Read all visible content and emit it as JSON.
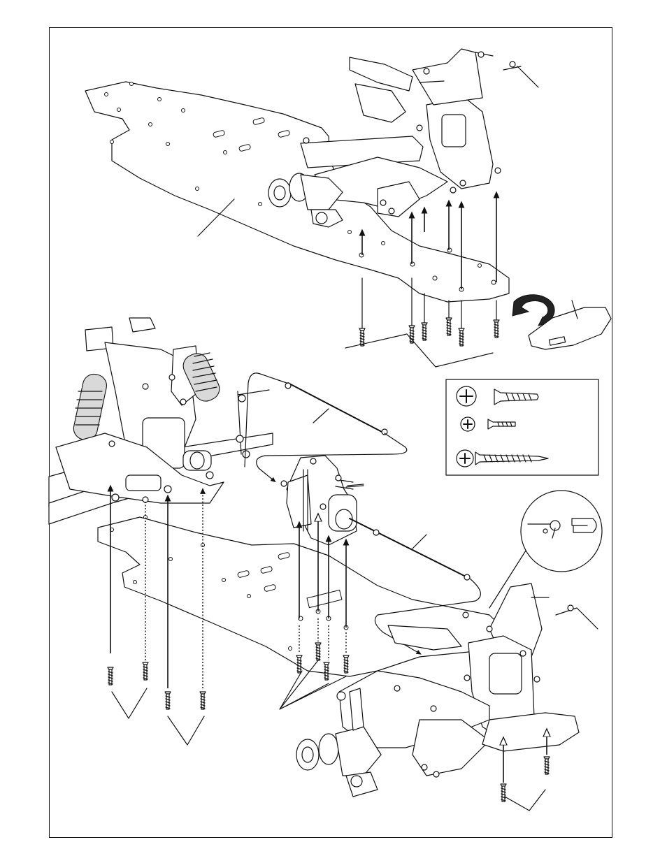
{
  "page": {
    "title": "",
    "text_labels": []
  },
  "icons": {
    "rotate_direction": "curved-arrow-icon",
    "screw_head": "phillips-screw-head-icon"
  },
  "screw_legend": {
    "items": [
      {
        "name": "tapping-countersunk-screw"
      },
      {
        "name": "countersunk-machine-screw"
      },
      {
        "name": "long-tapping-screw"
      }
    ]
  },
  "colors": {
    "line": "#111111",
    "background": "#ffffff"
  }
}
